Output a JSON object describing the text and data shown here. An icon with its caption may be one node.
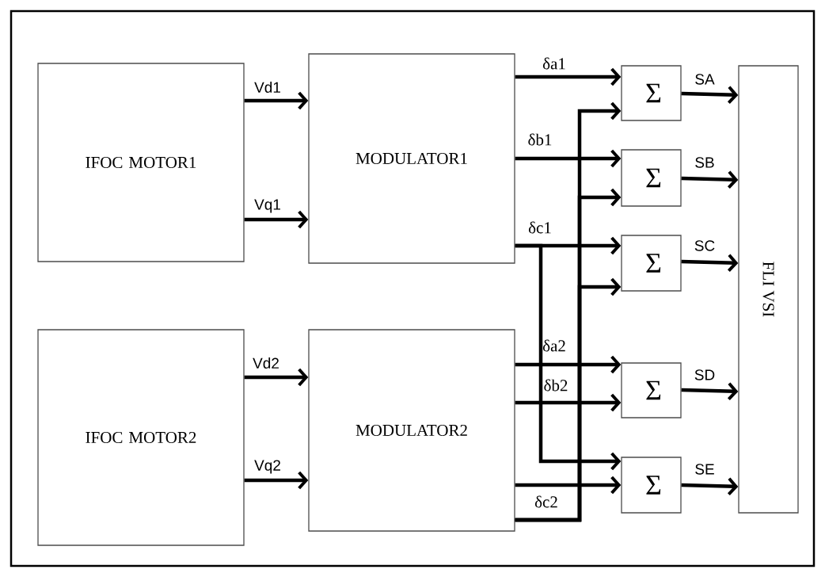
{
  "diagram": {
    "nodes": [
      {
        "text": [
          "IFOC MOTOR1"
        ]
      },
      {
        "text": [
          "MODULATOR1"
        ]
      },
      {
        "text": [
          "IFOC MOTOR2"
        ]
      },
      {
        "text": [
          "MODULATOR2"
        ]
      },
      {
        "text": [
          "Σ"
        ]
      },
      {
        "text": [
          "Σ"
        ]
      },
      {
        "text": [
          "Σ"
        ]
      },
      {
        "text": [
          "Σ"
        ]
      },
      {
        "text": [
          "Σ"
        ]
      },
      {
        "text": [
          "FLI VSI"
        ]
      }
    ],
    "edges": [
      {
        "from": 0,
        "to": 1,
        "arrow": "to",
        "label": "Vd1"
      },
      {
        "from": 0,
        "to": 1,
        "arrow": "to",
        "label": "Vq1"
      },
      {
        "from": 2,
        "to": 3,
        "arrow": "to",
        "label": "Vd2"
      },
      {
        "from": 2,
        "to": 3,
        "arrow": "to",
        "label": "Vq2"
      },
      {
        "from": 1,
        "to": 4,
        "arrow": "to",
        "label": "δa1"
      },
      {
        "from": 1,
        "to": 5,
        "arrow": "to",
        "label": "δb1"
      },
      {
        "from": 1,
        "to": 6,
        "arrow": "to",
        "label": "δc1"
      },
      {
        "from": 1,
        "to": 8,
        "arrow": "to"
      },
      {
        "from": 3,
        "to": 7,
        "arrow": "to",
        "label": "δa2"
      },
      {
        "from": 3,
        "to": 7,
        "arrow": "to",
        "label": "δb2"
      },
      {
        "from": 3,
        "to": 8,
        "arrow": "to"
      },
      {
        "from": 3,
        "to": 4,
        "arrow": "to",
        "label": "δc2"
      },
      {
        "from": 3,
        "to": 5,
        "arrow": "to"
      },
      {
        "from": 3,
        "to": 6,
        "arrow": "to"
      },
      {
        "from": 4,
        "to": 9,
        "arrow": "to",
        "label": "SA"
      },
      {
        "from": 5,
        "to": 9,
        "arrow": "to",
        "label": "SB"
      },
      {
        "from": 6,
        "to": 9,
        "arrow": "to",
        "label": "SC"
      },
      {
        "from": 7,
        "to": 9,
        "arrow": "to",
        "label": "SD"
      },
      {
        "from": 8,
        "to": 9,
        "arrow": "to",
        "label": "SE"
      }
    ]
  }
}
